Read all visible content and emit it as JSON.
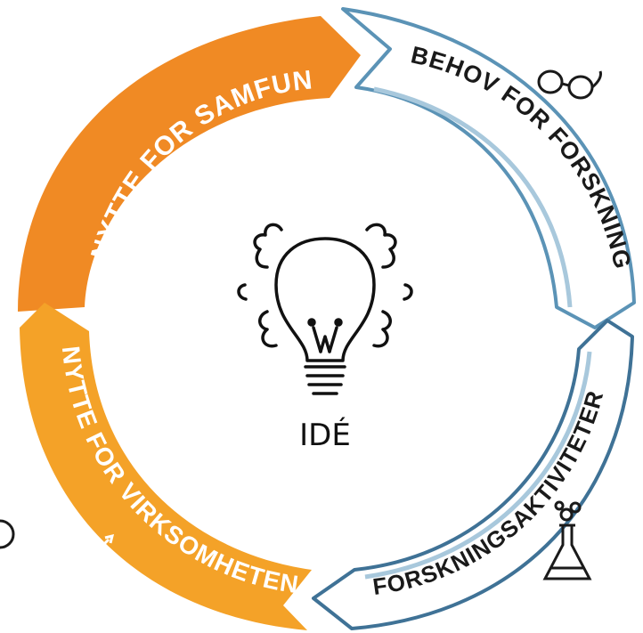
{
  "segments": {
    "top_left": {
      "label": "NYTTE FOR SAMFUNN",
      "color": "#f08a24",
      "text_color": "#ffffff",
      "icon": "people-icon"
    },
    "top_right": {
      "label": "BEHOV FOR FORSKNING",
      "color": "#ffffff",
      "stroke": "#5b93b6",
      "text_color": "#1a1a1a",
      "icon": "glasses-icon"
    },
    "bottom_right": {
      "label": "FORSKNINGSAKTIVITETER",
      "color": "#ffffff",
      "stroke": "#5b93b6",
      "text_color": "#1a1a1a",
      "icon": "flask-icon"
    },
    "bottom_left": {
      "label": "NYTTE FOR VIRKSOMHETEN",
      "color": "#f4a228",
      "text_color": "#ffffff",
      "icon": "target-icon"
    }
  },
  "center": {
    "label": "IDÉ",
    "icon": "lightbulb-icon"
  }
}
